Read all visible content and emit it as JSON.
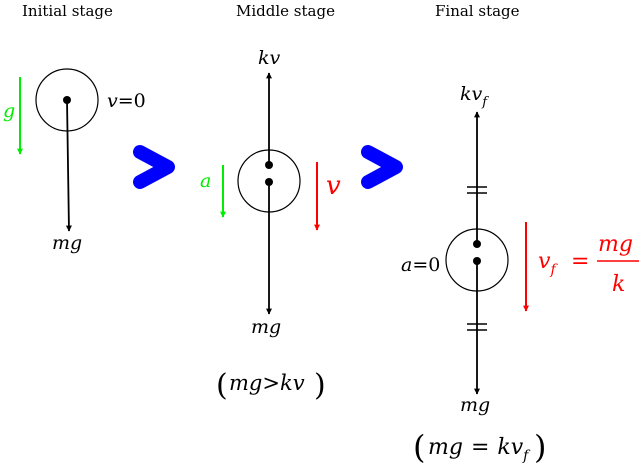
{
  "stages": {
    "initial": {
      "title": "Initial stage",
      "gravity_label": "g",
      "velocity_label": "v",
      "velocity_value": "=0",
      "weight_label": "mg"
    },
    "middle": {
      "title": "Middle stage",
      "drag_label": "kv",
      "accel_label": "a",
      "velocity_label": "v",
      "weight_label": "mg",
      "condition_lhs": "mg",
      "condition_op": ">",
      "condition_rhs": "kv"
    },
    "final": {
      "title": "Final stage",
      "drag_label": "kv",
      "drag_sub": "f",
      "accel_label": "a",
      "accel_value": "=0",
      "velocity_label": "v",
      "velocity_sub": "f",
      "equals": "=",
      "frac_num": "mg",
      "frac_den": "k",
      "weight_label": "mg",
      "condition_lhs": "mg",
      "condition_op": "=",
      "condition_rhs": "kv",
      "condition_sub": "f"
    }
  },
  "colors": {
    "gravity": "#00ee00",
    "velocity": "#ff0000",
    "transition_arrow": "#0000ff",
    "force": "#000000"
  }
}
